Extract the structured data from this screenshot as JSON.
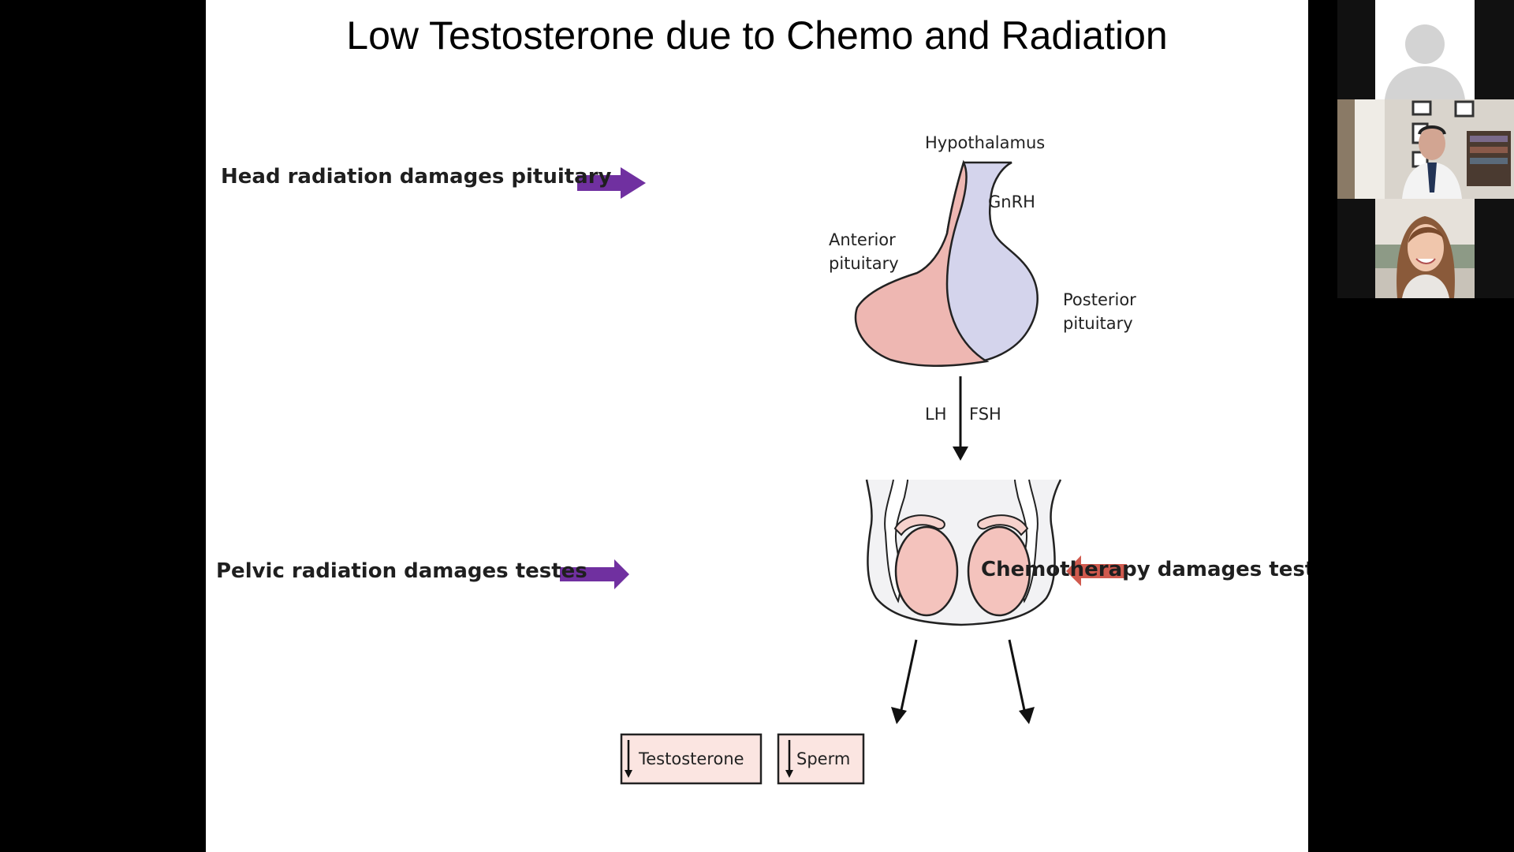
{
  "slide": {
    "title": "Low Testosterone due to Chemo and Radiation",
    "callouts": {
      "head": "Head radiation damages pituitary",
      "pelvic": "Pelvic radiation damages testes",
      "chemo": "Chemotherapy damages testes"
    },
    "diagram": {
      "hypothalamus": "Hypothalamus",
      "gnrh": "GnRH",
      "anterior_line1": "Anterior",
      "anterior_line2": "pituitary",
      "posterior_line1": "Posterior",
      "posterior_line2": "pituitary",
      "lh": "LH",
      "fsh": "FSH",
      "testosterone": "Testosterone",
      "sperm": "Sperm"
    }
  },
  "colors": {
    "purple_arrow": "#7030a0",
    "red_arrow": "#d05a4e",
    "anterior_fill": "#eeb7b2",
    "posterior_fill": "#d4d4ec",
    "testis_fill": "#f4c3bd",
    "box_fill": "#fbe5e1"
  },
  "participants": [
    {
      "type": "avatar-placeholder"
    },
    {
      "type": "video"
    },
    {
      "type": "video"
    }
  ]
}
